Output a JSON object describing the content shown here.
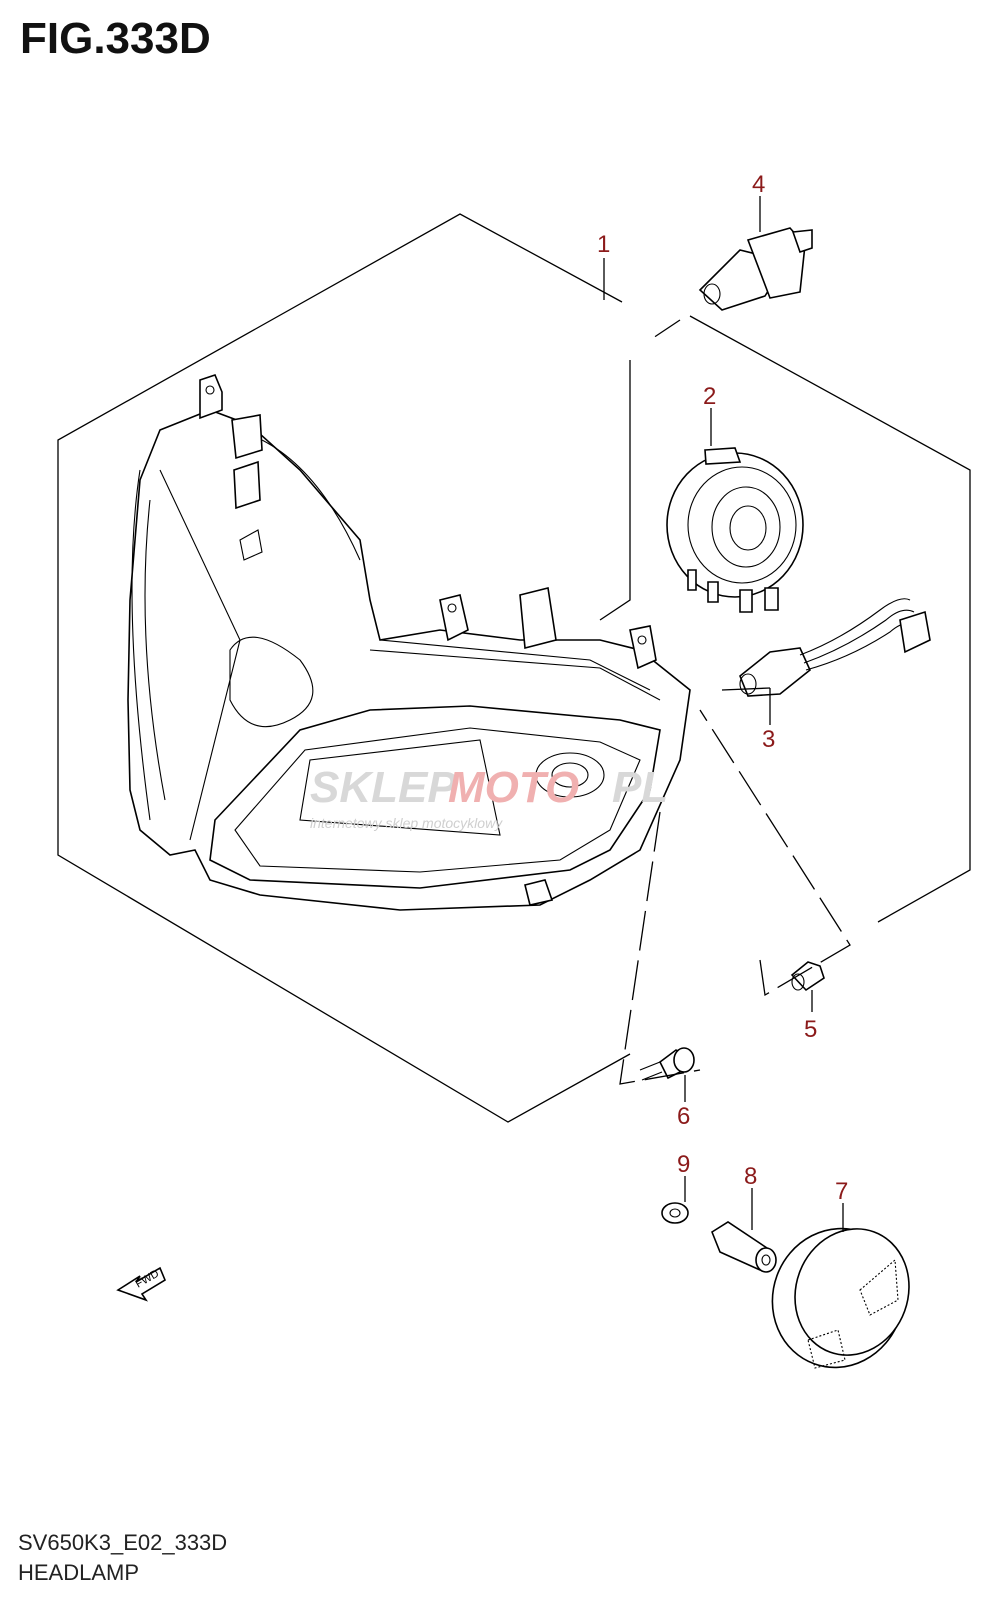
{
  "figure": {
    "title": "FIG.333D",
    "code": "SV650K3_E02_333D",
    "name": "HEADLAMP"
  },
  "callouts": [
    "1",
    "2",
    "3",
    "4",
    "5",
    "6",
    "7",
    "8",
    "9"
  ],
  "fwd_label": "FWD",
  "watermark": {
    "text_grey": "SKLEP",
    "text_red": "MOTO",
    "text_suffix": "PL",
    "tagline": "internetowy sklep motocyklowy"
  },
  "colors": {
    "callout": "#8b1a1a",
    "line": "#000000"
  }
}
